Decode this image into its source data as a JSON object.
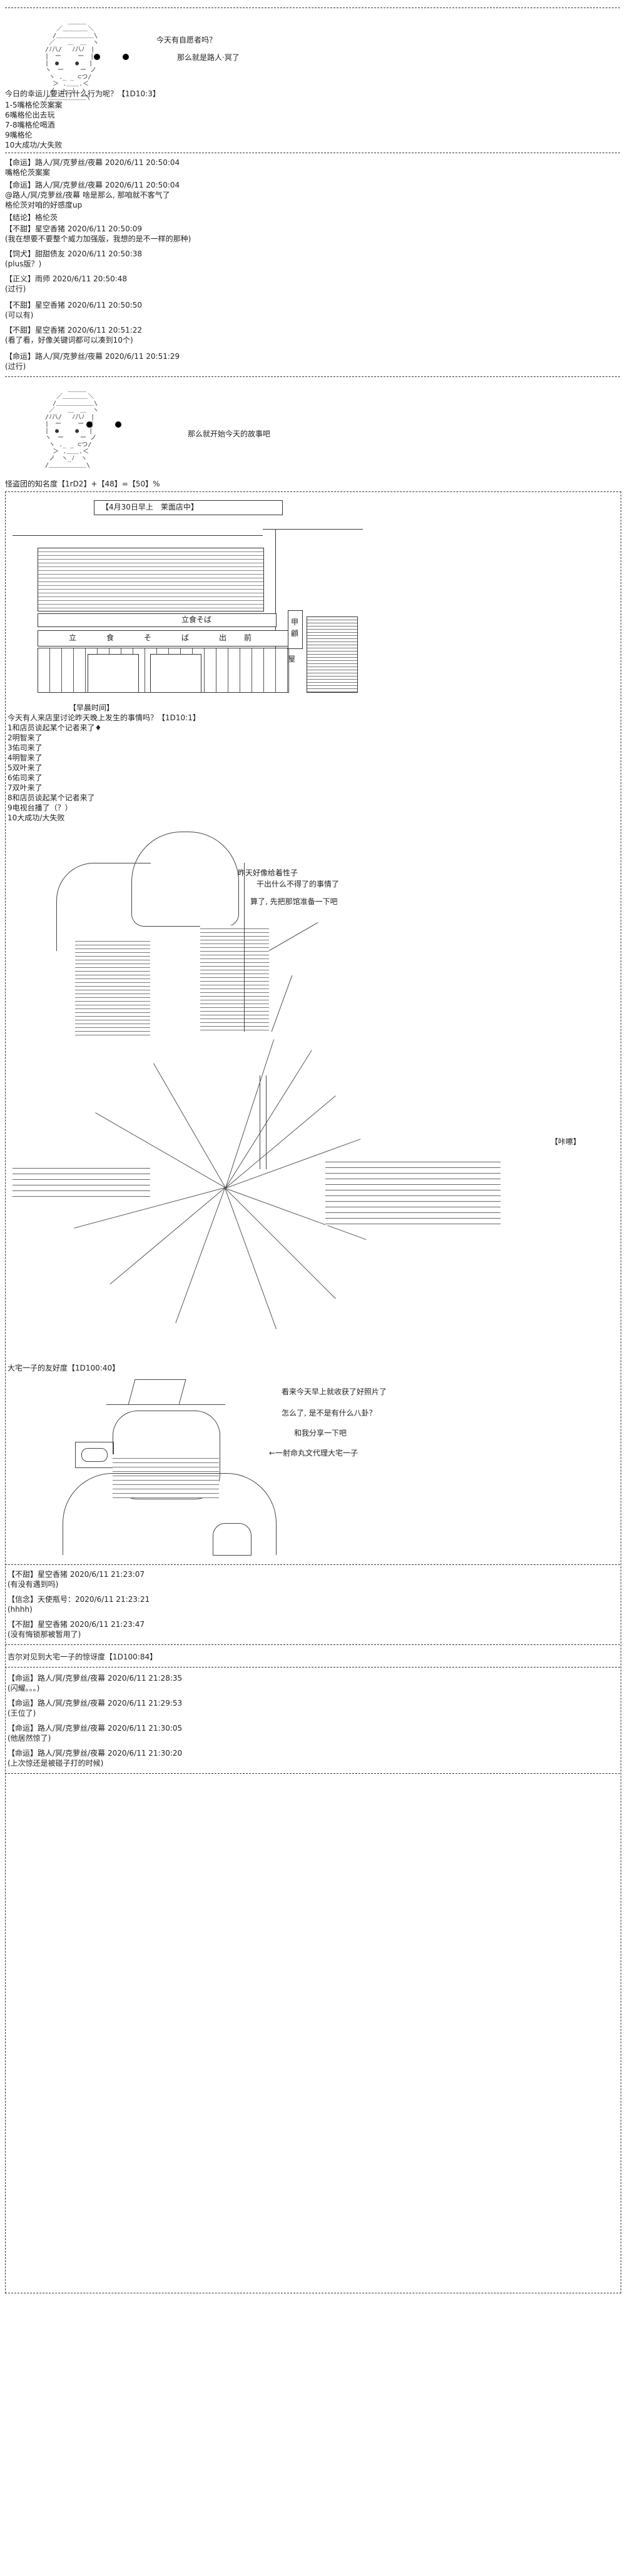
{
  "s1": {
    "speech1": "今天有自愿者吗？",
    "speech2": "那么就是路人·冥了",
    "roll_prompt": "今日的幸运儿要进行什么行为呢？【1D10:3】",
    "options": [
      "1-5嘴格伦茨案案",
      "6嘴格伦出去玩",
      "7-8嘴格伦喝酒",
      "9嘴格伦",
      "10大成功/大失败"
    ]
  },
  "log1": [
    {
      "head": "【命运】路人/冥/克萝丝/夜幕 2020/6/11 20:50:04",
      "body": "嘴格伦茨案案"
    },
    {
      "head": "【命运】路人/冥/克萝丝/夜幕 2020/6/11 20:50:04",
      "body": "@路人/冥/克萝丝/夜幕 啥是那么, 那咱就不客气了\n格伦茨对咱的好感度up"
    },
    {
      "head": "【结论】格伦茨",
      "body": ""
    },
    {
      "head": "【不甜】星空香猪 2020/6/11 20:50:09",
      "body": "(我在想要不要整个威力加强版，我想的是不一样的那种)"
    },
    {
      "head": "【饲犬】甜甜债友 2020/6/11 20:50:38",
      "body": "(plus版？)"
    },
    {
      "head": "【正义】雨师 2020/6/11 20:50:48",
      "body": "(过行)"
    },
    {
      "head": "【不甜】星空香猪 2020/6/11 20:50:50",
      "body": "(可以有)"
    },
    {
      "head": "【不甜】星空香猪 2020/6/11 20:51:22",
      "body": "(看了看，好像关键词都可以凑到10个)"
    },
    {
      "head": "【命运】路人/冥/克萝丝/夜幕 2020/6/11 20:51:29",
      "body": "(过行)"
    }
  ],
  "s2": {
    "speech": "那么就开始今天的故事吧",
    "affinity_line": "怪盗团的知名度【1rD2】+【48】=【50】%"
  },
  "shop": {
    "date_label": "【4月30日早上　茉面店中】",
    "sign_top": "立食そば",
    "sign_main": [
      "立",
      "食",
      "そ",
      "ば",
      "出",
      "前"
    ],
    "sign_side": "甲顧",
    "sign_side2": "屋"
  },
  "morning": {
    "label": "【早晨时间】",
    "prompt": "今天有人来店里讨论昨天晚上发生的事情吗？【1D10:1】",
    "options": [
      "1和店员谈起某个记者来了♦",
      "2明智来了",
      "3佑司来了",
      "4明智来了",
      "5双叶来了",
      "6佑司来了",
      "7双叶来了",
      "8和店员谈起某个记者来了",
      "9电视台播了（？）",
      "10大成功/大失败"
    ]
  },
  "scene3": {
    "speech1": "昨天好像给着性子",
    "speech2": "干出什么不得了的事情了",
    "speech3": "算了, 先把那馆准备一下吧"
  },
  "flash": {
    "label": "【咔嚓】"
  },
  "scene4": {
    "affinity": "大宅一子的友好度【1D100:40】",
    "speech1": "看来今天早上就收获了好照片了",
    "speech2": "怎么了, 是不是有什么八卦？",
    "speech3": "和我分享一下吧",
    "arrow_label": "←一射命丸文代理大宅一子"
  },
  "log2": [
    {
      "head": "【不甜】星空香猪 2020/6/11 21:23:07",
      "body": "(有没有遇到吗)"
    },
    {
      "head": "【信念】天使瓶号：2020/6/11 21:23:21",
      "body": "(hhhh)"
    },
    {
      "head": "【不甜】星空香猪 2020/6/11 21:23:47",
      "body": "(没有悔锁那被暂用了)"
    }
  ],
  "s5": {
    "line": "吉尔对见到大宅一子的惊讶度【1D100:84】"
  },
  "log3": [
    {
      "head": "【命运】路人/冥/克萝丝/夜幕 2020/6/11 21:28:35",
      "body": "(闪耀。。。)"
    },
    {
      "head": "【命运】路人/冥/克萝丝/夜幕 2020/6/11 21:29:53",
      "body": "(王位了)"
    },
    {
      "head": "【命运】路人/冥/克萝丝/夜幕 2020/6/11 21:30:05",
      "body": "(他居然惊了)"
    },
    {
      "head": "【命运】路人/冥/克萝丝/夜幕 2020/6/11 21:30:20",
      "body": "(上次惊还是被碰子打的时候)"
    }
  ]
}
